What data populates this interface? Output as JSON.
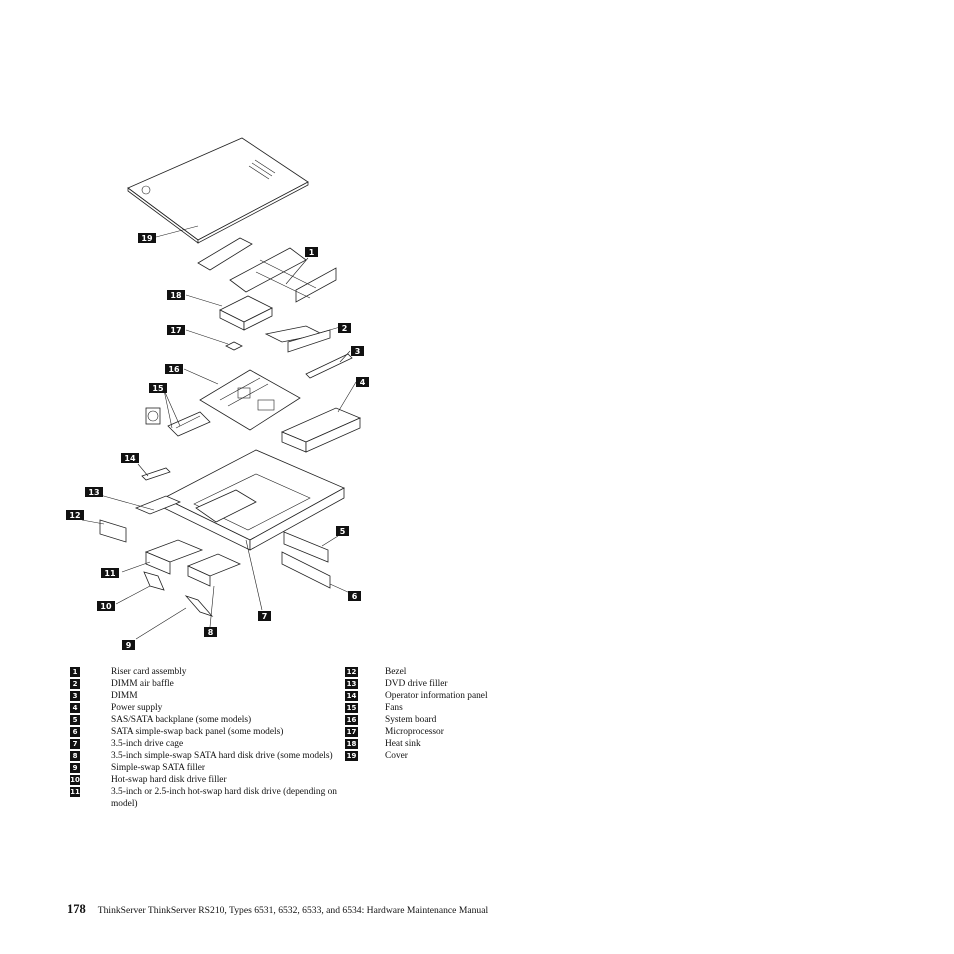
{
  "figure": {
    "callouts": [
      "1",
      "2",
      "3",
      "4",
      "5",
      "6",
      "7",
      "8",
      "9",
      "10",
      "11",
      "12",
      "13",
      "14",
      "15",
      "16",
      "17",
      "18",
      "19"
    ]
  },
  "legend": {
    "left": [
      {
        "num": "1",
        "label": "Riser card assembly"
      },
      {
        "num": "2",
        "label": "DIMM air baffle"
      },
      {
        "num": "3",
        "label": "DIMM"
      },
      {
        "num": "4",
        "label": "Power supply"
      },
      {
        "num": "5",
        "label": "SAS/SATA backplane (some models)"
      },
      {
        "num": "6",
        "label": "SATA simple-swap back panel (some models)"
      },
      {
        "num": "7",
        "label": "3.5-inch drive cage"
      },
      {
        "num": "8",
        "label": "3.5-inch simple-swap SATA hard disk drive (some models)"
      },
      {
        "num": "9",
        "label": "Simple-swap SATA filler"
      },
      {
        "num": "10",
        "label": "Hot-swap hard disk drive filler"
      },
      {
        "num": "11",
        "label": "3.5-inch or 2.5-inch hot-swap hard disk drive (depending on model)"
      }
    ],
    "right": [
      {
        "num": "12",
        "label": "Bezel"
      },
      {
        "num": "13",
        "label": "DVD drive filler"
      },
      {
        "num": "14",
        "label": "Operator information panel"
      },
      {
        "num": "15",
        "label": "Fans"
      },
      {
        "num": "16",
        "label": "System board"
      },
      {
        "num": "17",
        "label": "Microprocessor"
      },
      {
        "num": "18",
        "label": "Heat sink"
      },
      {
        "num": "19",
        "label": "Cover"
      }
    ]
  },
  "footer": {
    "page_number": "178",
    "text": "ThinkServer ThinkServer RS210, Types 6531, 6532, 6533, and 6534: Hardware Maintenance Manual"
  }
}
